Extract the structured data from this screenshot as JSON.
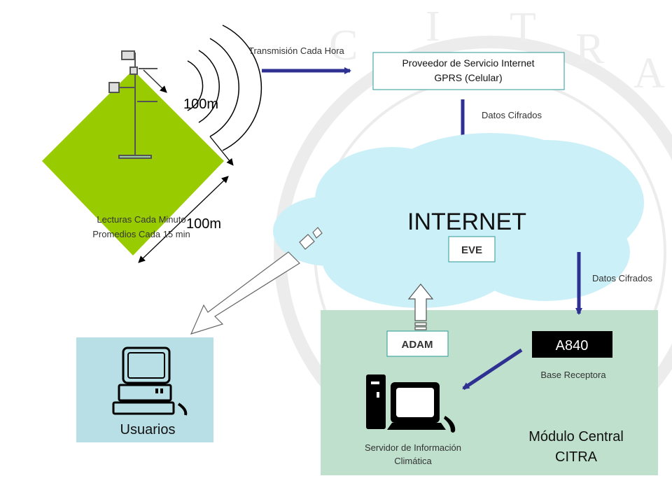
{
  "labels": {
    "transmision": "Transmisión Cada Hora",
    "proveedor_line1": "Proveedor de Servicio Internet",
    "proveedor_line2": "GPRS (Celular)",
    "datos_cifrados_top": "Datos Cifrados",
    "datos_cifrados_right": "Datos Cifrados",
    "dist_top": "100m",
    "dist_side": "100m",
    "lecturas_line1": "Lecturas Cada Minuto",
    "lecturas_line2": "Promedios Cada 15 min",
    "internet": "INTERNET",
    "eve": "EVE",
    "adam": "ADAM",
    "a840": "A840",
    "base_receptora": "Base Receptora",
    "usuarios": "Usuarios",
    "servidor_line1": "Servidor de Información",
    "servidor_line2": "Climática",
    "modulo_line1": "Módulo Central",
    "modulo_line2": "CITRA"
  },
  "watermark_text": [
    "C",
    "I",
    "T",
    "R",
    "A"
  ],
  "colors": {
    "field_green": "#99cc00",
    "cloud_blue": "#ccf0f8",
    "modulo_bg": "#bfe0cc",
    "usuarios_bg": "#b9dfe6",
    "arrow_navy": "#2e3192",
    "a840_bg": "#000000",
    "box_border": "#2a9a9a"
  }
}
